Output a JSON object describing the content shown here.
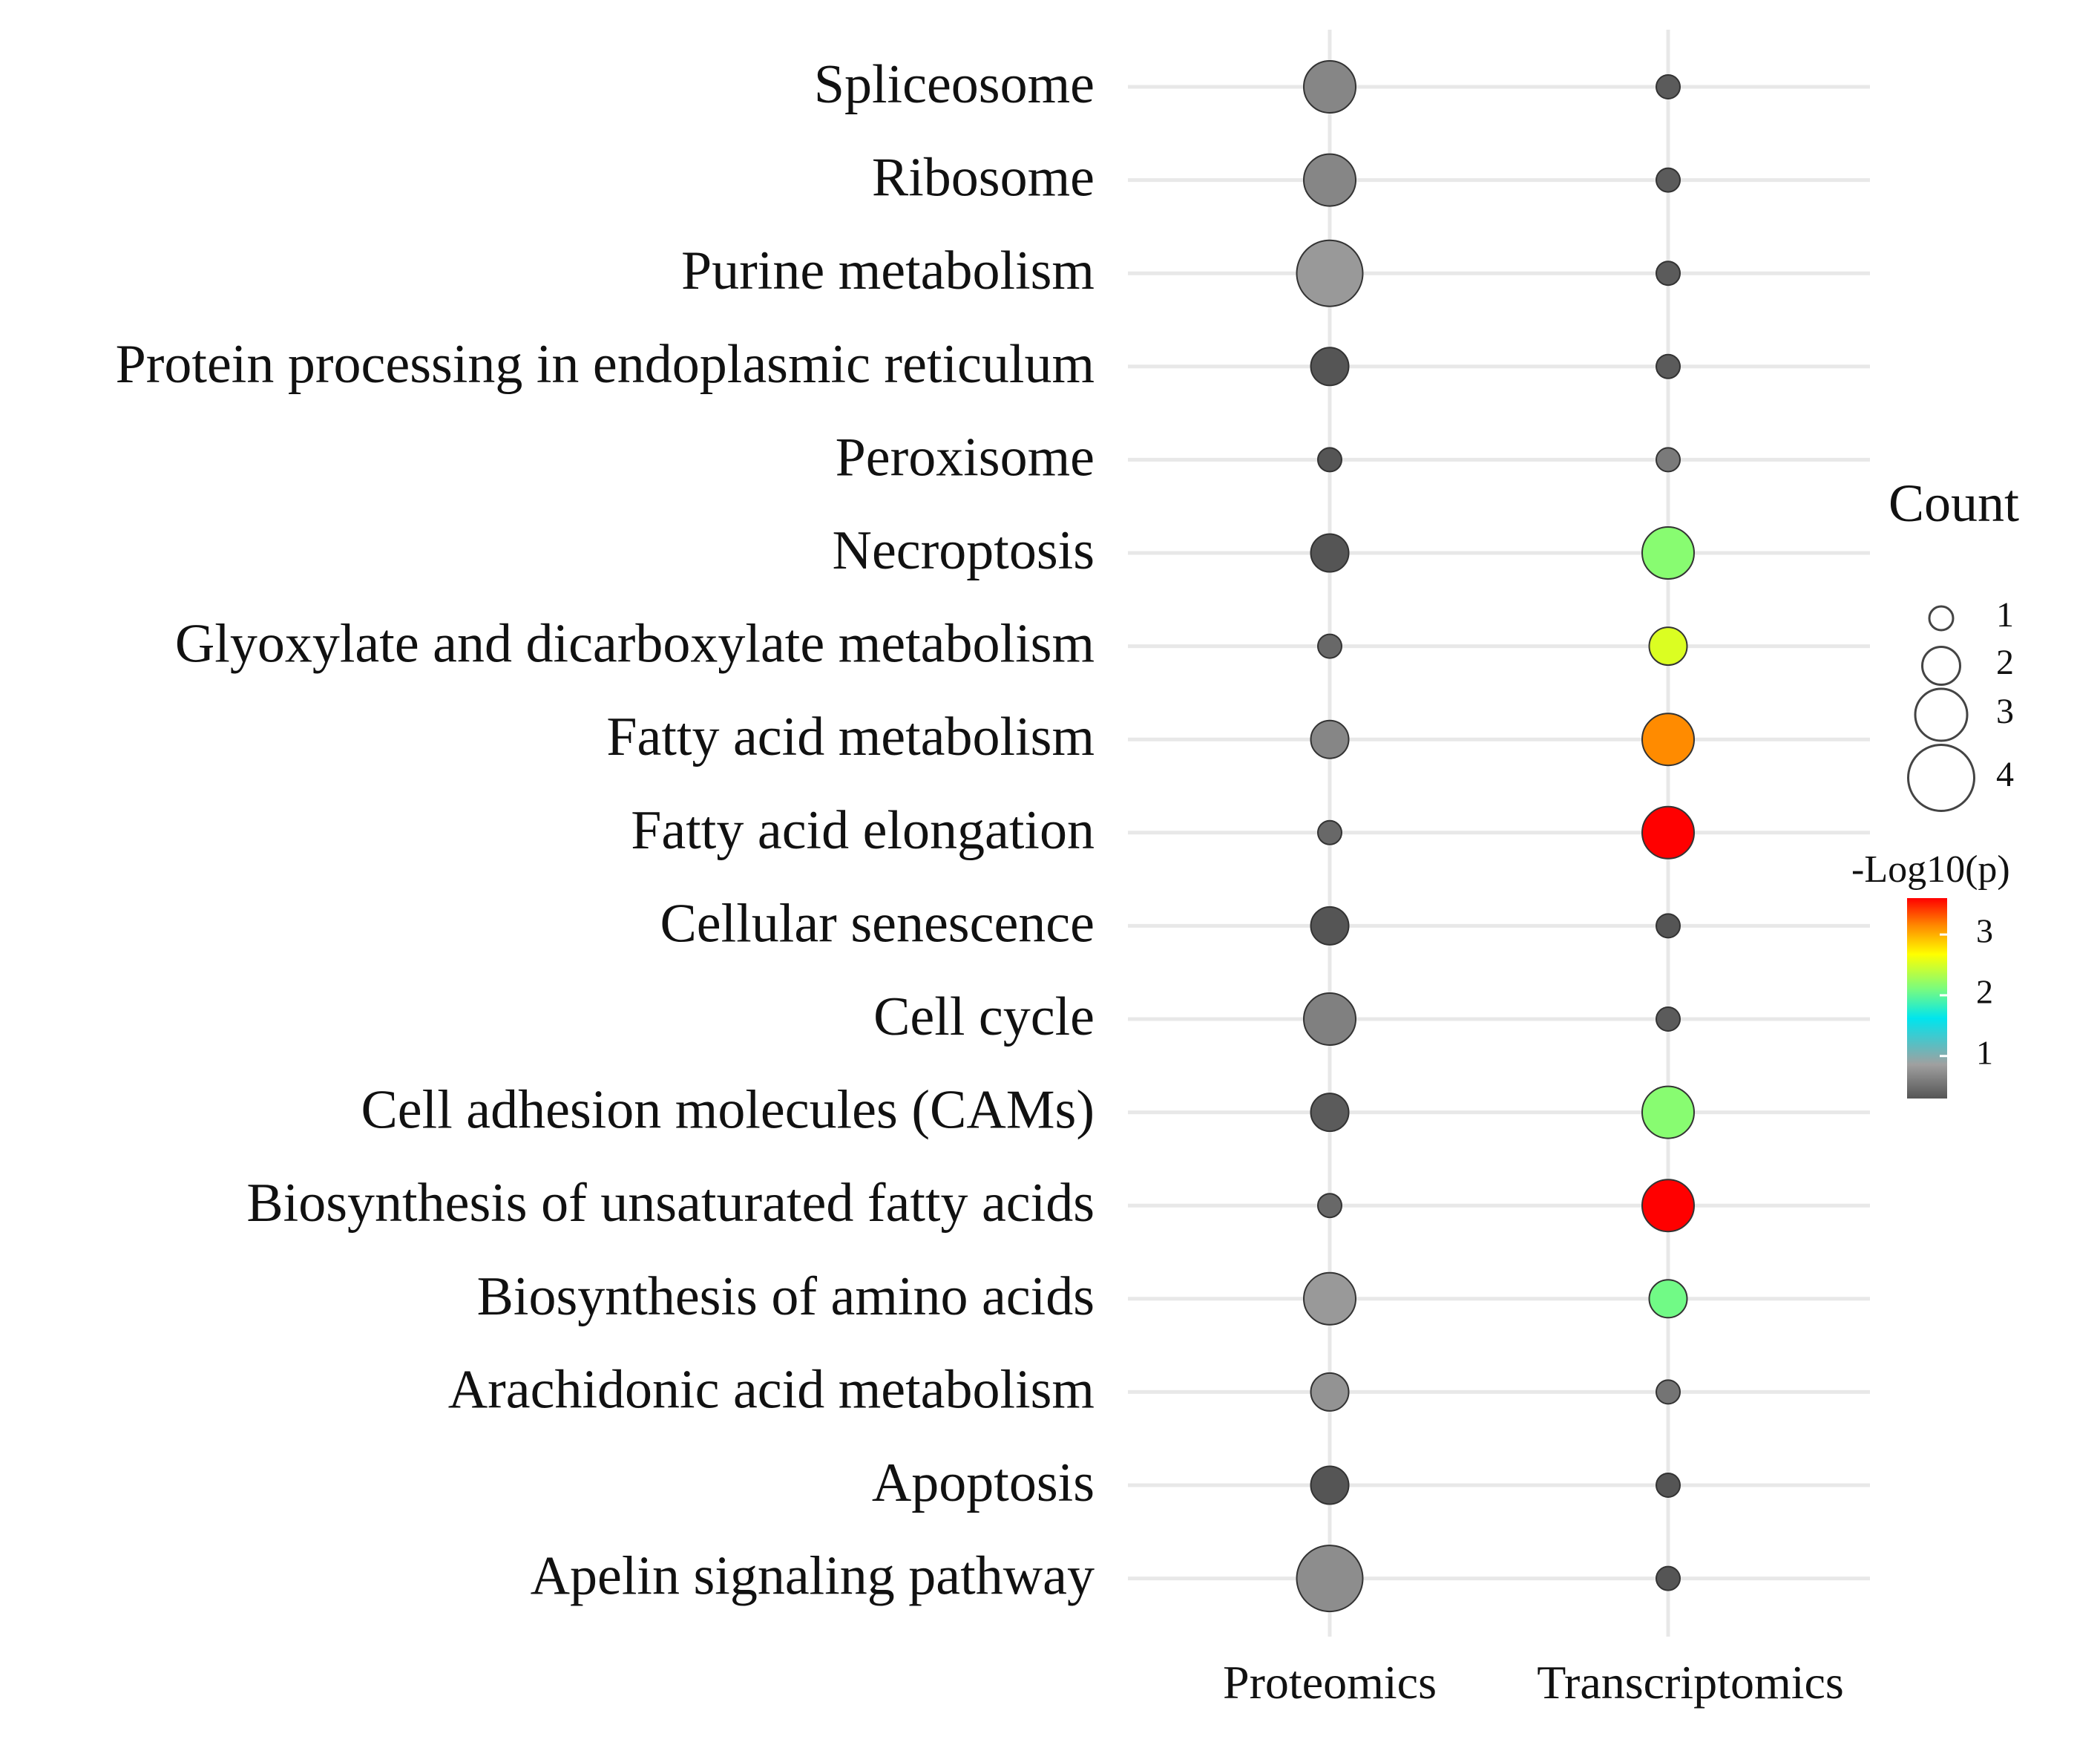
{
  "chart_data": {
    "type": "scatter",
    "subtype": "bubble-dot-plot",
    "title": "",
    "xlabel": "",
    "ylabel": "",
    "x_categories": [
      "Proteomics",
      "Transcriptomics"
    ],
    "y_categories": [
      "Spliceosome",
      "Ribosome",
      "Purine metabolism",
      "Protein processing in endoplasmic reticulum",
      "Peroxisome",
      "Necroptosis",
      "Glyoxylate and dicarboxylate metabolism",
      "Fatty acid metabolism",
      "Fatty acid elongation",
      "Cellular senescence",
      "Cell cycle",
      "Cell adhesion molecules (CAMs)",
      "Biosynthesis of unsaturated fatty acids",
      "Biosynthesis of amino acids",
      "Arachidonic acid metabolism",
      "Apoptosis",
      "Apelin signaling pathway"
    ],
    "series": [
      {
        "name": "Proteomics",
        "count": [
          3,
          3,
          4,
          2,
          1,
          2,
          1,
          2,
          1,
          2,
          3,
          2,
          1,
          3,
          2,
          2,
          4
        ],
        "neg_log10_p": [
          0.7,
          0.7,
          0.85,
          0.3,
          0.3,
          0.3,
          0.45,
          0.7,
          0.45,
          0.3,
          0.65,
          0.35,
          0.45,
          0.85,
          0.8,
          0.3,
          0.75
        ]
      },
      {
        "name": "Transcriptomics",
        "count": [
          1,
          1,
          1,
          1,
          1,
          3,
          2,
          3,
          3,
          1,
          1,
          3,
          3,
          2,
          1,
          1,
          1
        ],
        "neg_log10_p": [
          0.35,
          0.35,
          0.35,
          0.35,
          0.6,
          2.0,
          2.35,
          3.0,
          3.6,
          0.3,
          0.35,
          2.0,
          3.6,
          1.9,
          0.55,
          0.3,
          0.3
        ]
      }
    ],
    "size_legend": {
      "title": "Count",
      "values": [
        1,
        2,
        3,
        4
      ]
    },
    "color_legend": {
      "title": "-Log10(p)",
      "range": [
        0.3,
        3.6
      ],
      "ticks": [
        1,
        2,
        3
      ],
      "scale": [
        "#555555",
        "#999999",
        "#00e5ee",
        "#7cfc7c",
        "#ffff00",
        "#ff7f00",
        "#ff0000"
      ]
    },
    "grid": true,
    "legend_position": "right"
  }
}
